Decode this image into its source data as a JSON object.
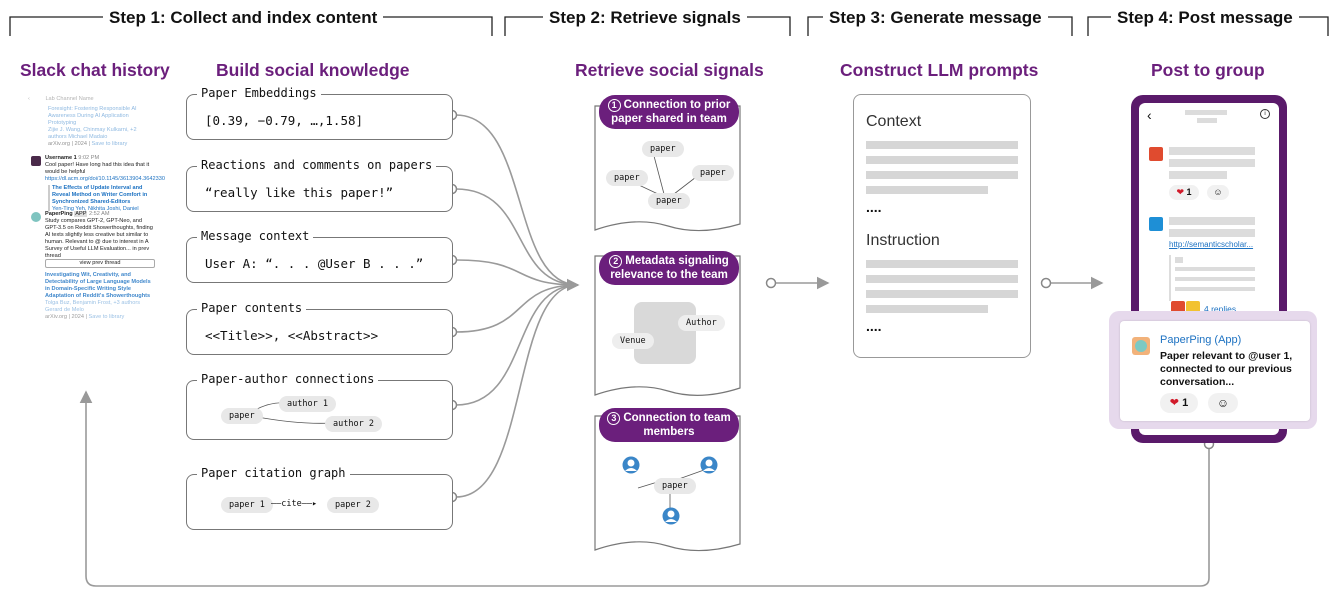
{
  "steps": [
    "Step 1: Collect and index content",
    "Step 2: Retrieve signals",
    "Step 3: Generate message",
    "Step 4: Post message"
  ],
  "column_titles": {
    "slack": "Slack chat history",
    "knowledge": "Build social knowledge",
    "signals": "Retrieve social signals",
    "prompts": "Construct LLM prompts",
    "post": "Post to group"
  },
  "slack_history": {
    "header_title": "Lab Channel Name",
    "paper1_title": "Foresight: Fostering Responsible AI Awareness During AI Application Prototyping",
    "paper1_authors": "Zijie J. Wang, Chinmay Kulkarni, +2 authors Michael Madaio",
    "paper1_meta": "arXiv.org | 2024 |",
    "save_label": "Save to library",
    "msg1_user": "Username 1",
    "msg1_time": "9:02 PM",
    "msg1_text": "Cool paper! Have long had this idea that it would be helpful",
    "msg1_link": "https://dl.acm.org/doi/10.1145/3613904.3642330",
    "quote_title": "The Effects of Update Interval and Reveal Method on Writer Comfort in Synchronized Shared-Editors",
    "quote_authors": "Yen-Ting Yeh, Nikhita Joshi, Daniel",
    "bot_name": "PaperPing",
    "bot_badge": "APP",
    "bot_time": "2:52 AM",
    "bot_text": "Study compares GPT-2, GPT-Neo, and GPT-3.5 on Reddit Showerthoughts, finding AI texts slightly less creative but similar to human. Relevant to @ due to interest in A Survey of Useful LLM Evaluation... in prev thread",
    "view_prev": "view prev thread",
    "paper2_title": "Investigating Wit, Creativity, and Detectability of Large Language Models in Domain-Specific Writing Style Adaptation of Reddit's Showerthoughts",
    "paper2_authors": "Tolga Buz, Benjamin Frost, +3 authors Gerard de Melo",
    "paper2_meta": "arXiv.org | 2024 |"
  },
  "knowledge_boxes": [
    {
      "title": "Paper Embeddings",
      "body": "[0.39, −0.79, …,1.58]"
    },
    {
      "title": "Reactions and comments on papers",
      "body": "“really like this paper!”"
    },
    {
      "title": "Message context",
      "body": "User A: “. . . @User B . . .”"
    },
    {
      "title": "Paper contents",
      "body": "<<Title>>, <<Abstract>>"
    },
    {
      "title": "Paper-author connections",
      "nodes": [
        "paper",
        "author 1",
        "author 2"
      ]
    },
    {
      "title": "Paper citation graph",
      "nodes": [
        "paper 1",
        "cite",
        "paper 2"
      ]
    }
  ],
  "signals": [
    {
      "number": "1",
      "label": "Connection to prior paper shared in team",
      "nodes": [
        "paper",
        "paper",
        "paper",
        "paper"
      ]
    },
    {
      "number": "2",
      "label": "Metadata signaling relevance to the team",
      "nodes": [
        "Author",
        "Venue"
      ]
    },
    {
      "number": "3",
      "label": "Connection to team members",
      "nodes": [
        "paper"
      ]
    }
  ],
  "prompt_doc": {
    "context": "Context",
    "instruction": "Instruction",
    "ellipsis": "...."
  },
  "phone": {
    "back_icon": "chevron-left-icon",
    "info_icon": "info-icon",
    "reaction_count": "1",
    "link_text": "http://semanticscholar...",
    "replies": "4 replies"
  },
  "post_card": {
    "app_name": "PaperPing (App)",
    "message": "Paper relevant to @user 1, connected to our previous conversation...",
    "reaction_count": "1"
  },
  "colors": {
    "accent": "#6b1f7c",
    "link": "#1d72c2",
    "highlight": "#e6d9ec",
    "heart": "#d11a2a"
  }
}
